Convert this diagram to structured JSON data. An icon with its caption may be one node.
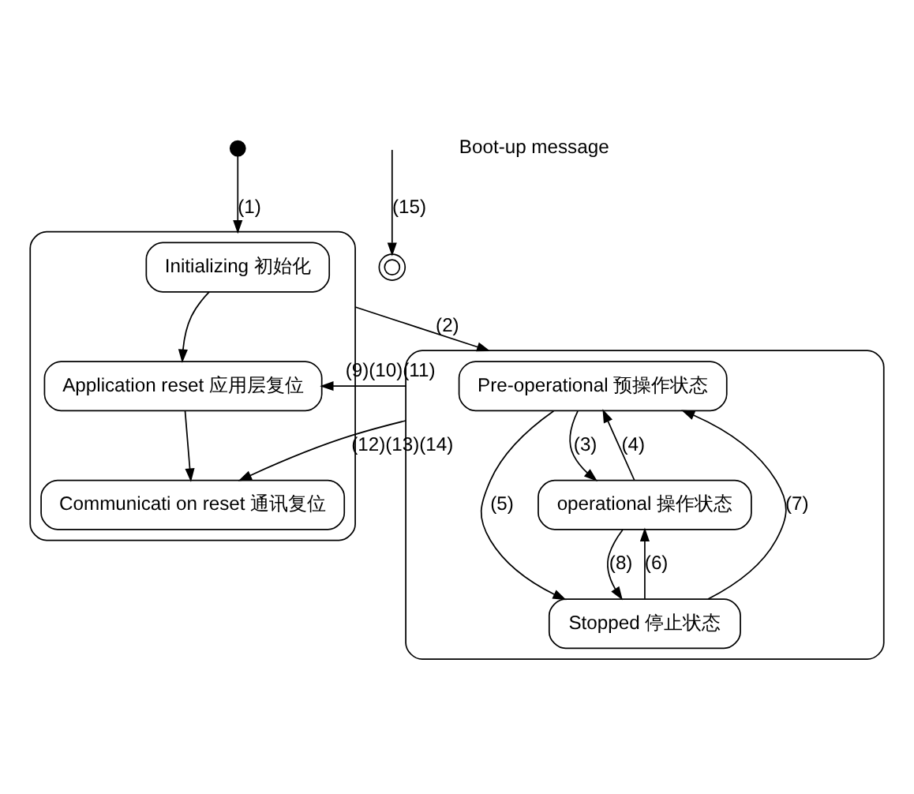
{
  "diagram": {
    "nodes": [
      {
        "text": [],
        "shape": "circle"
      },
      {
        "text": [],
        "shape": "box"
      },
      {
        "text": [
          "Initializing 初始化"
        ],
        "in": 1
      },
      {
        "text": [
          "Application reset 应用层复位"
        ],
        "in": 1
      },
      {
        "text": [
          "Communicati on reset 通讯复位"
        ],
        "in": 1
      },
      {
        "text": [],
        "shape": "box"
      },
      {
        "text": [
          "Pre-operational 预操作状态"
        ],
        "in": 5
      },
      {
        "text": [
          "operational 操作状态"
        ],
        "in": 5
      },
      {
        "text": [
          "Stopped 停止状态"
        ],
        "in": 5
      },
      {
        "text": [],
        "shape": "circle"
      }
    ],
    "edges": [
      {
        "from": 0,
        "to": 1,
        "arrow": "to",
        "label": "(1)"
      },
      {
        "from": 2,
        "to": 3,
        "arrow": "to"
      },
      {
        "from": 3,
        "to": 4,
        "arrow": "to"
      },
      {
        "from": 1,
        "to": 5,
        "arrow": "to",
        "label": "(2)"
      },
      {
        "from": 5,
        "to": 3,
        "arrow": "to",
        "label": "(9)(10)(11)"
      },
      {
        "from": 5,
        "to": 4,
        "arrow": "to",
        "label": "(12)(13)(14)"
      },
      {
        "from": 6,
        "to": 7,
        "arrow": "to",
        "label": "(3)"
      },
      {
        "from": 7,
        "to": 6,
        "arrow": "to",
        "label": "(4)"
      },
      {
        "from": 6,
        "to": 8,
        "arrow": "to",
        "label": "(5)"
      },
      {
        "from": 8,
        "to": 7,
        "arrow": "to",
        "label": "(6)"
      },
      {
        "from": 8,
        "to": 6,
        "arrow": "to",
        "label": "(7)"
      },
      {
        "from": 7,
        "to": 8,
        "arrow": "to",
        "label": "(8)"
      },
      {
        "from": null,
        "to": 9,
        "arrow": "to",
        "label": "(15)"
      }
    ],
    "labels": [
      "Boot-up message"
    ]
  }
}
